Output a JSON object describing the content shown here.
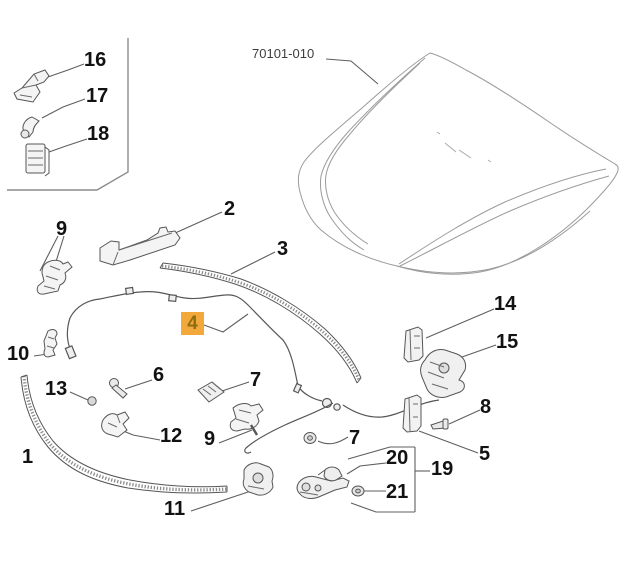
{
  "diagram": {
    "part_code": "70101-010",
    "colors": {
      "highlight_bg": "#F2A83B",
      "highlight_fg": "#8E6E14",
      "part_line": "#565656",
      "hood_line": "#9b9b9b",
      "leader_line": "#5f5f5f",
      "inset_border": "#8c8c8c",
      "label_color": "#121212"
    },
    "callouts": [
      {
        "num": "16",
        "highlighted": false
      },
      {
        "num": "17",
        "highlighted": false
      },
      {
        "num": "18",
        "highlighted": false
      },
      {
        "num": "2",
        "highlighted": false
      },
      {
        "num": "9",
        "highlighted": false
      },
      {
        "num": "3",
        "highlighted": false
      },
      {
        "num": "4",
        "highlighted": true
      },
      {
        "num": "10",
        "highlighted": false
      },
      {
        "num": "14",
        "highlighted": false
      },
      {
        "num": "15",
        "highlighted": false
      },
      {
        "num": "6",
        "highlighted": false
      },
      {
        "num": "7",
        "highlighted": false
      },
      {
        "num": "13",
        "highlighted": false
      },
      {
        "num": "8",
        "highlighted": false
      },
      {
        "num": "12",
        "highlighted": false
      },
      {
        "num": "9",
        "highlighted": false
      },
      {
        "num": "7",
        "highlighted": false
      },
      {
        "num": "5",
        "highlighted": false
      },
      {
        "num": "1",
        "highlighted": false
      },
      {
        "num": "20",
        "highlighted": false
      },
      {
        "num": "19",
        "highlighted": false
      },
      {
        "num": "21",
        "highlighted": false
      },
      {
        "num": "11",
        "highlighted": false
      }
    ]
  }
}
